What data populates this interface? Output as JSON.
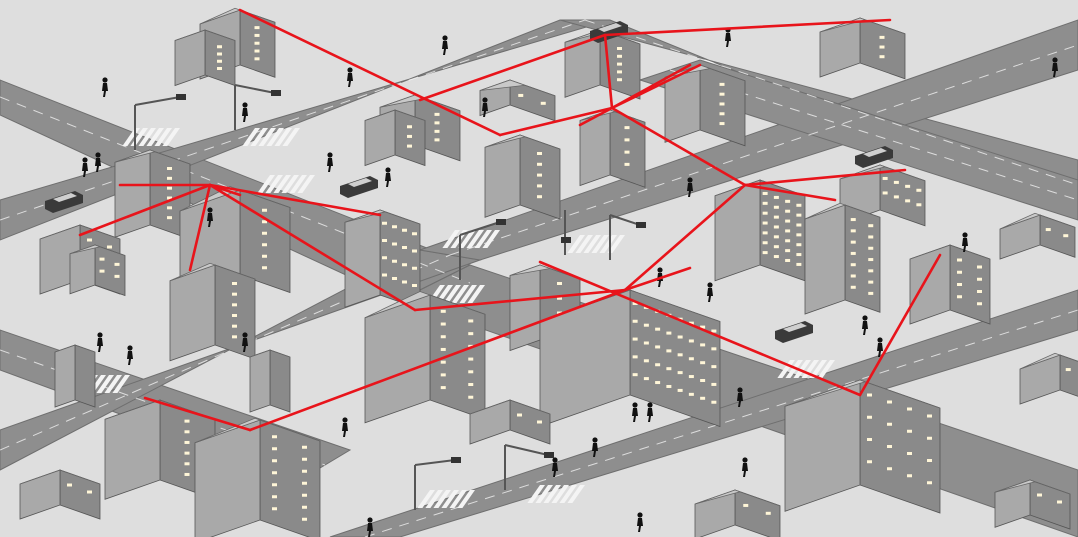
{
  "scene": {
    "kind": "isometric-city-network-illustration",
    "colors": {
      "ground": "#dedede",
      "road": "#8e8e8e",
      "road_edge": "#6f6f6f",
      "lane_marking": "#ffffff",
      "building_light": "#a9a9a9",
      "building_mid": "#8a8a8a",
      "building_dark": "#5e5e5e",
      "roof": "#c9c9c9",
      "window": "#fff6d8",
      "network_line": "#e8141b",
      "figure": "#111111"
    },
    "network_links_count": 24,
    "pedestrian_count": 30,
    "vehicle_count": 5
  }
}
